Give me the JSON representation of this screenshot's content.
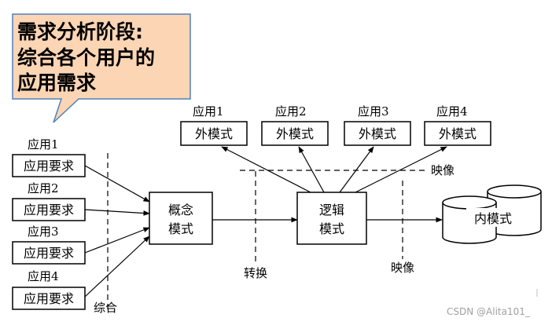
{
  "callout": {
    "lines": [
      "需求分析阶段:",
      "综合各个用户的",
      "应用需求"
    ],
    "fill": "#fcd5b4",
    "stroke": "#4f81bd"
  },
  "user_apps": [
    {
      "label": "应用1",
      "box": "应用要求"
    },
    {
      "label": "应用2",
      "box": "应用要求"
    },
    {
      "label": "应用3",
      "box": "应用要求"
    },
    {
      "label": "应用4",
      "box": "应用要求"
    }
  ],
  "zonghe_label": "综合",
  "concept_model": [
    "概念",
    "模式"
  ],
  "logic_model": [
    "逻辑",
    "模式"
  ],
  "external_models": [
    {
      "label": "应用1",
      "box": "外模式"
    },
    {
      "label": "应用2",
      "box": "外模式"
    },
    {
      "label": "应用3",
      "box": "外模式"
    },
    {
      "label": "应用4",
      "box": "外模式"
    }
  ],
  "mapping_top_label": "映像",
  "convert_label": "转换",
  "mapping_bottom_label": "映像",
  "internal_model": "内模式",
  "watermark": "CSDN @Alita101_"
}
